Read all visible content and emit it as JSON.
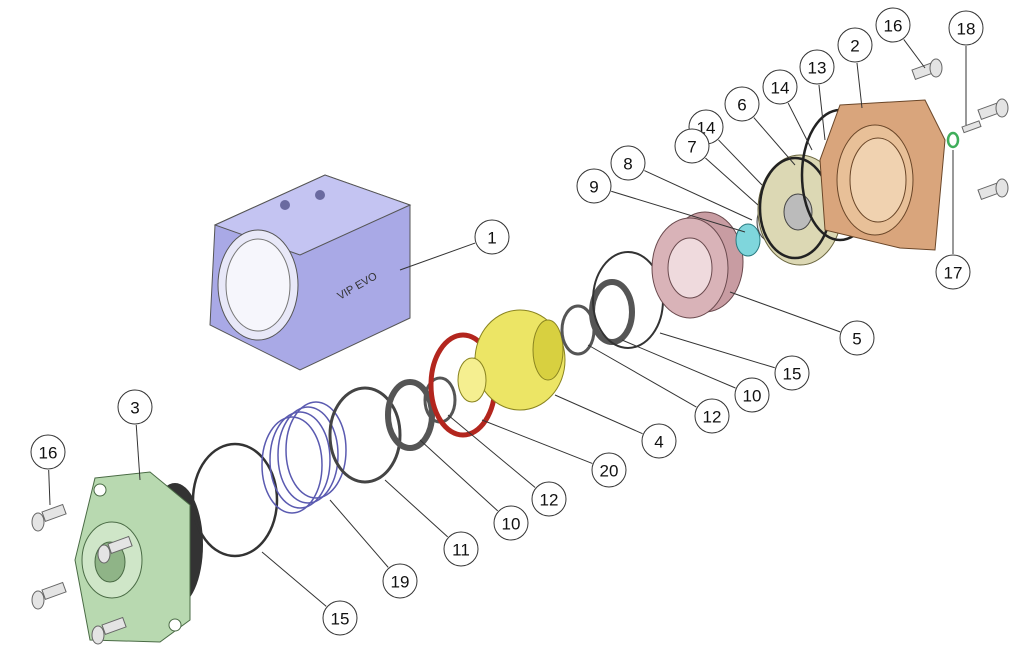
{
  "diagram": {
    "type": "exploded-assembly",
    "callouts": [
      "16",
      "3",
      "1",
      "2",
      "16",
      "18",
      "13",
      "14",
      "6",
      "14",
      "7",
      "8",
      "9",
      "17",
      "5",
      "15",
      "10",
      "12",
      "4",
      "20",
      "12",
      "10",
      "11",
      "19",
      "15"
    ],
    "body_engraving": "VIP EVO"
  },
  "colors": {
    "body": "#a9a9e6",
    "cover_left": "#b8d9b0",
    "cover_right": "#d9a57c",
    "piston": "#e6e05a",
    "seal_red": "#b3261e",
    "guide_pink": "#d9b3b8",
    "plate": "#dcd8b4",
    "cap_cyan": "#7fd6dc",
    "oring_green": "#3fae5a"
  }
}
